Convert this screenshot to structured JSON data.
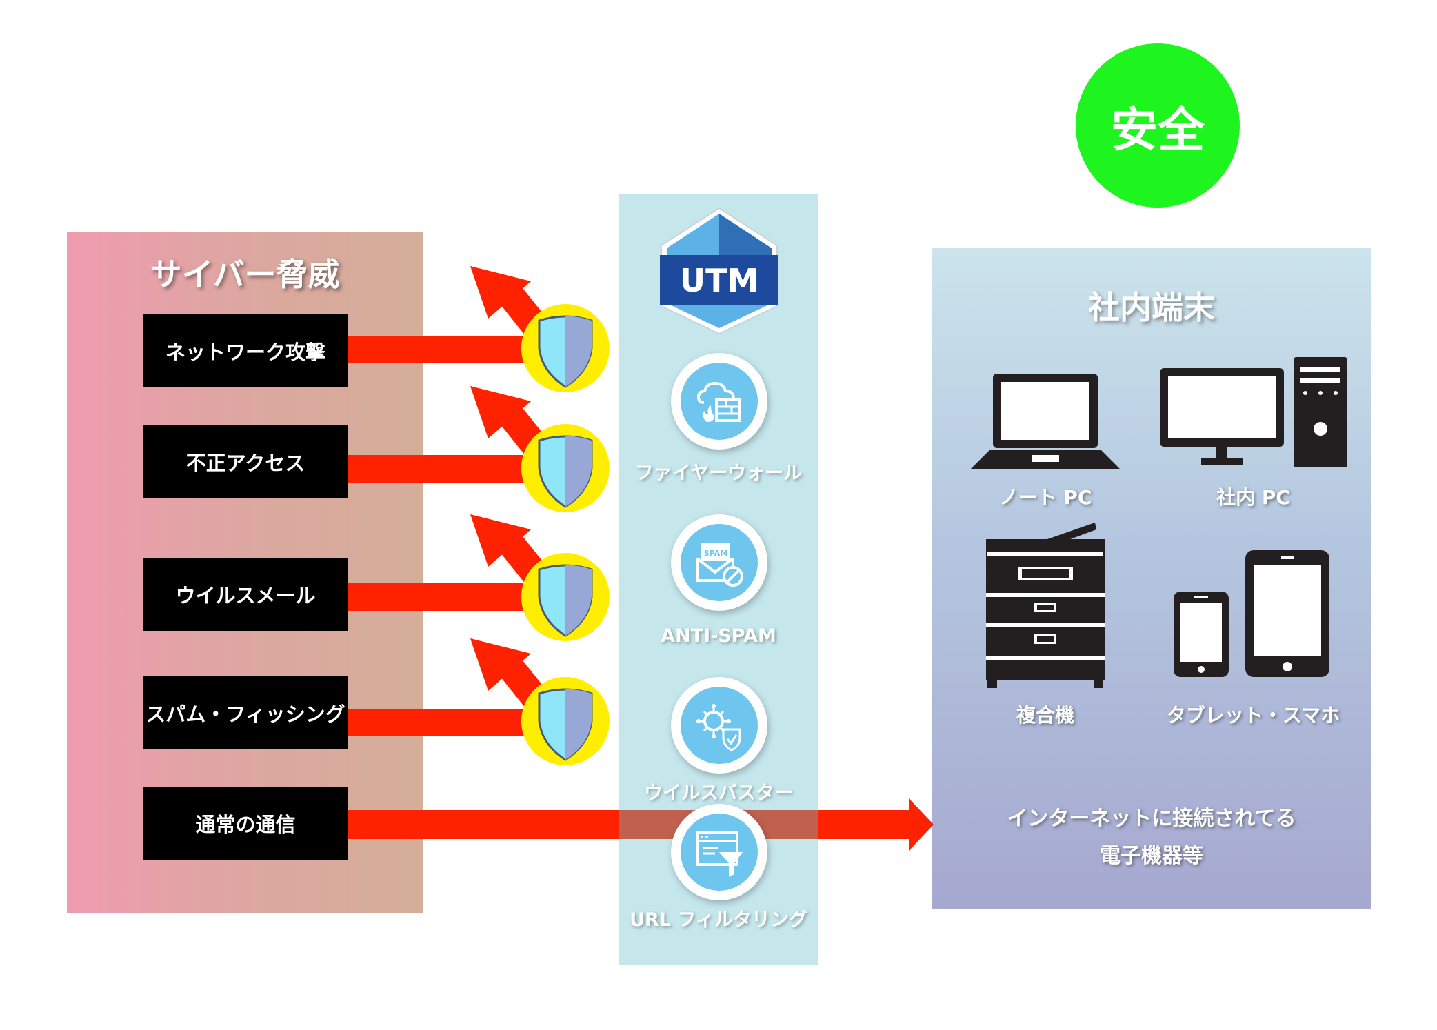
{
  "safe_badge": {
    "label": "安全",
    "color": "#1ef51e"
  },
  "threats": {
    "title": "サイバー脅威",
    "items": [
      {
        "label": "ネットワーク攻撃",
        "blocked": true
      },
      {
        "label": "不正アクセス",
        "blocked": true
      },
      {
        "label": "ウイルスメール",
        "blocked": true
      },
      {
        "label": "スパム・フィッシング",
        "blocked": true
      },
      {
        "label": "通常の通信",
        "blocked": false
      }
    ]
  },
  "utm": {
    "logo": "UTM",
    "features": [
      {
        "label": "ファイヤーウォール",
        "icon": "firewall-cloud-icon"
      },
      {
        "label": "ANTI-SPAM",
        "icon": "spam-envelope-icon",
        "badge": "SPAM"
      },
      {
        "label": "ウイルスバスター",
        "icon": "virus-shield-icon"
      },
      {
        "label": "URL フィルタリング",
        "icon": "browser-filter-icon"
      }
    ]
  },
  "devices": {
    "title": "社内端末",
    "items": [
      {
        "label": "ノート PC",
        "icon": "laptop-icon"
      },
      {
        "label": "社内 PC",
        "icon": "desktop-pc-icon"
      },
      {
        "label": "複合機",
        "icon": "multifunction-printer-icon"
      },
      {
        "label": "タブレット・スマホ",
        "icon": "tablet-phone-icon"
      }
    ],
    "note_line1": "インターネットに接続されてる",
    "note_line2": "電子機器等"
  },
  "colors": {
    "arrow": "#ff2200",
    "shield_ring": "#ffee00",
    "utm_column": "#c5e7ec",
    "feature_icon": "#6ec6ee"
  }
}
